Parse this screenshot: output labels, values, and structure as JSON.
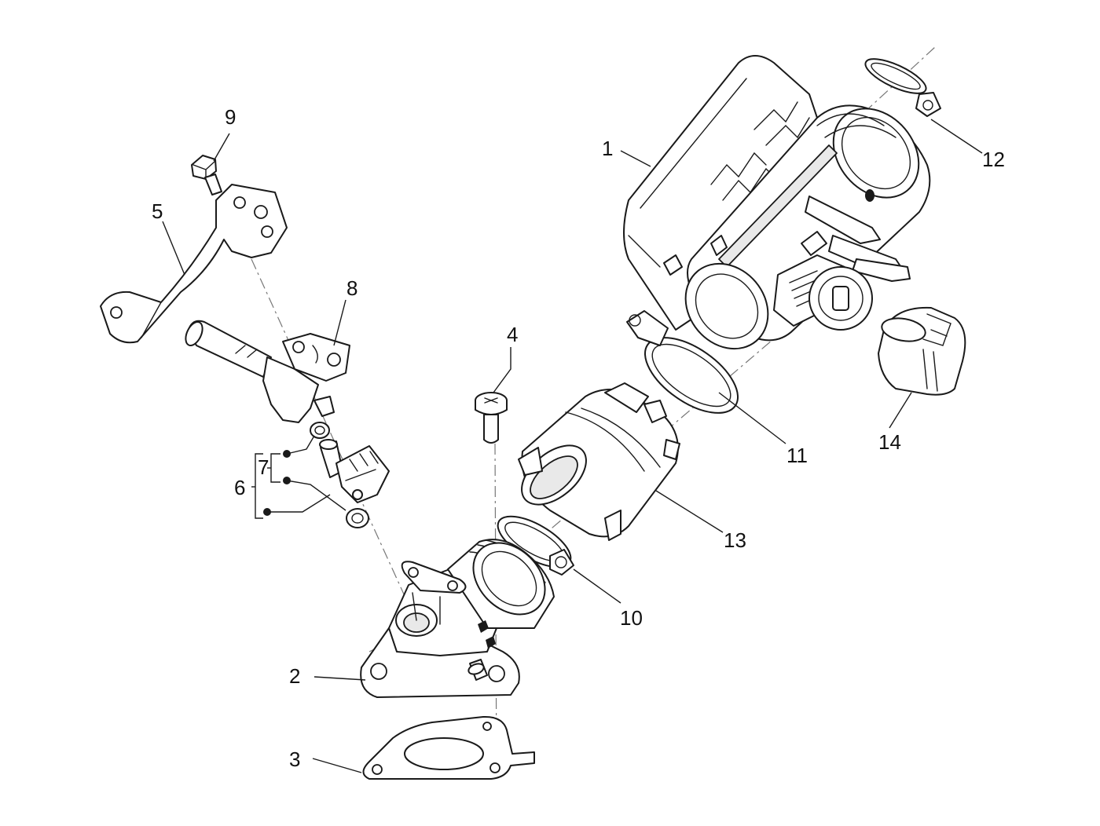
{
  "callouts": {
    "c1": "1",
    "c2": "2",
    "c3": "3",
    "c4": "4",
    "c5": "5",
    "c6": "6",
    "c7": "7",
    "c8": "8",
    "c9": "9",
    "c10": "10",
    "c11": "11",
    "c12": "12",
    "c13": "13",
    "c14": "14"
  },
  "colors": {
    "line": "#1a1a1a",
    "shade": "#e9e9e9",
    "axis": "#777777"
  }
}
